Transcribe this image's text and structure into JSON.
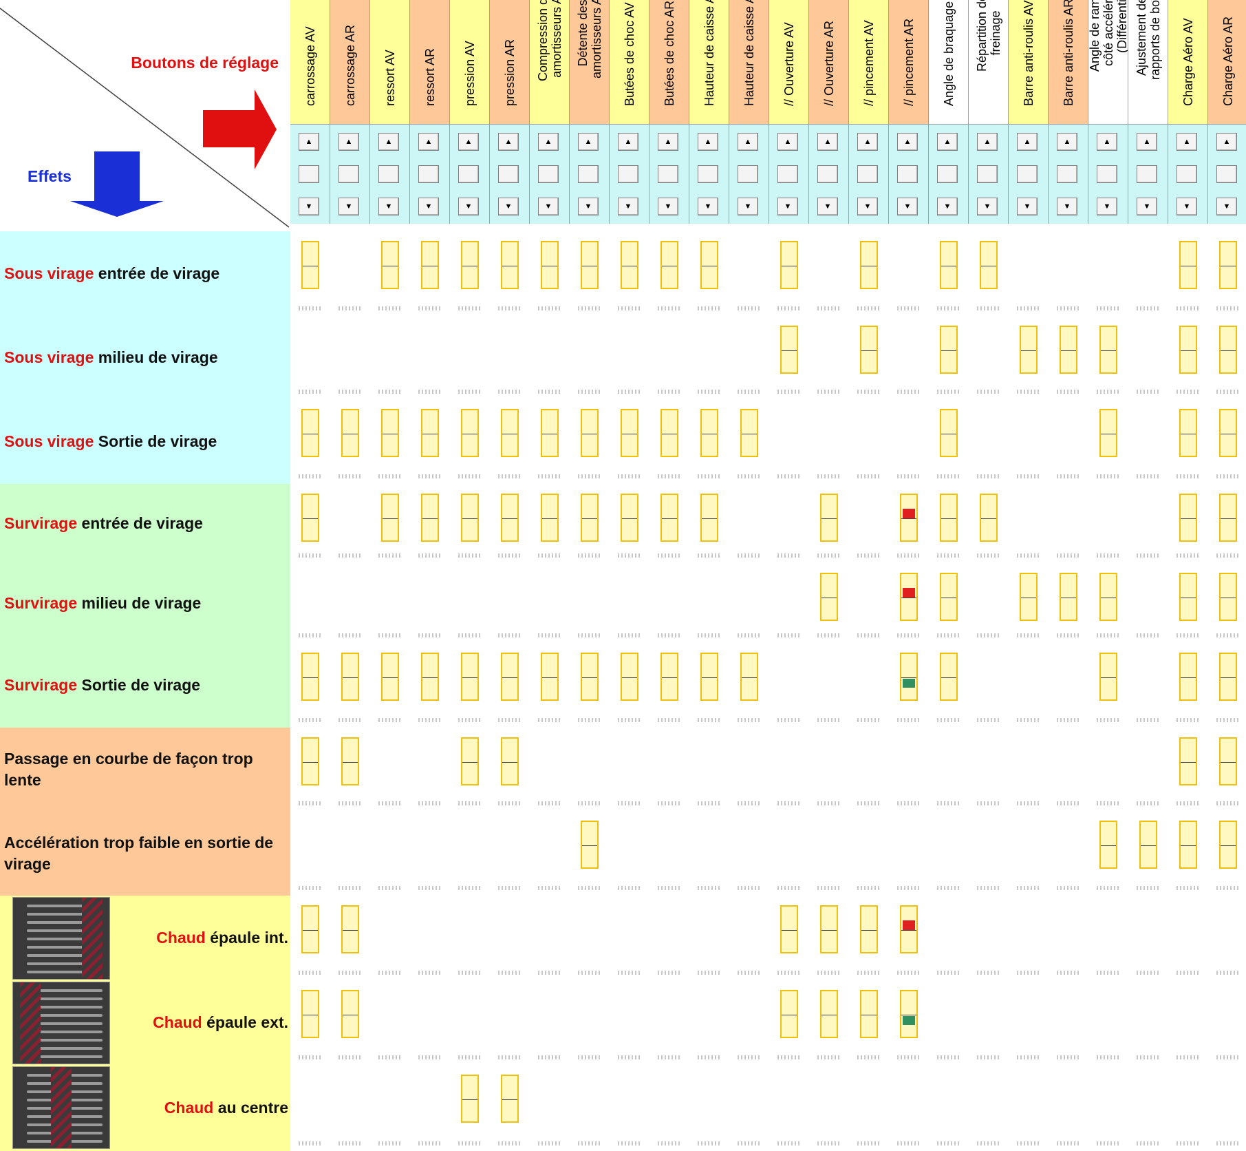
{
  "corner": {
    "buttons_label": "Boutons de réglage",
    "effects_label": "Effets",
    "buttons_arrow_color": "#e01010",
    "effects_arrow_color": "#1a2fd6"
  },
  "columns": [
    {
      "label": "carrossage AV",
      "color": "#ffff99"
    },
    {
      "label": "carrossage AR",
      "color": "#ffc898"
    },
    {
      "label": "ressort AV",
      "color": "#ffff99"
    },
    {
      "label": "ressort AR",
      "color": "#ffc898"
    },
    {
      "label": "pression AV",
      "color": "#ffff99"
    },
    {
      "label": "pression AR",
      "color": "#ffc898"
    },
    {
      "label": "Compression des amortisseurs AV",
      "color": "#ffff99"
    },
    {
      "label": "Détente des amortisseurs AR",
      "color": "#ffc898"
    },
    {
      "label": "Butées de choc AV",
      "color": "#ffff99"
    },
    {
      "label": "Butées de choc AR",
      "color": "#ffc898"
    },
    {
      "label": "Hauteur de caisse AV",
      "color": "#ffff99"
    },
    {
      "label": "Hauteur de caisse AR",
      "color": "#ffc898"
    },
    {
      "label": "// Ouverture AV",
      "color": "#ffff99"
    },
    {
      "label": "// Ouverture AR",
      "color": "#ffc898"
    },
    {
      "label": "// pincement AV",
      "color": "#ffff99"
    },
    {
      "label": "// pincement AR",
      "color": "#ffc898"
    },
    {
      "label": "Angle de braquage",
      "color": "#ffffff"
    },
    {
      "label": "Répartition de freinage",
      "color": "#ffffff"
    },
    {
      "label": "Barre anti-roulis AV",
      "color": "#ffff99"
    },
    {
      "label": "Barre anti-roulis AR",
      "color": "#ffc898"
    },
    {
      "label": "Angle de rampe du côté accélération (Différentiel)",
      "color": "#ffffff"
    },
    {
      "label": "Ajustement des rapports de boîte",
      "color": "#ffffff"
    },
    {
      "label": "Charge Aéro AV",
      "color": "#ffff99"
    },
    {
      "label": "Charge Aéro AR",
      "color": "#ffc898"
    }
  ],
  "spinner": {
    "up": "▲",
    "down": "▼"
  },
  "rows": [
    {
      "kw": "Sous virage",
      "rest": " entrée de virage",
      "bg": "#ccffff",
      "cells": [
        0,
        2,
        3,
        4,
        5,
        6,
        7,
        8,
        9,
        10,
        12,
        14,
        16,
        17,
        22,
        23
      ],
      "marks": {}
    },
    {
      "kw": "Sous virage",
      "rest": " milieu de virage",
      "bg": "#ccffff",
      "cells": [
        12,
        14,
        16,
        18,
        19,
        20,
        22,
        23
      ],
      "marks": {}
    },
    {
      "kw": "Sous virage",
      "rest": " Sortie de virage",
      "bg": "#ccffff",
      "cells": [
        0,
        1,
        2,
        3,
        4,
        5,
        6,
        7,
        8,
        9,
        10,
        11,
        16,
        20,
        22,
        23
      ],
      "marks": {}
    },
    {
      "kw": "Survirage",
      "rest": " entrée de virage",
      "bg": "#ccffcc",
      "cells": [
        0,
        2,
        3,
        4,
        5,
        6,
        7,
        8,
        9,
        10,
        13,
        15,
        16,
        17,
        22,
        23
      ],
      "marks": {
        "15": "red"
      }
    },
    {
      "kw": "Survirage",
      "rest": " milieu de virage",
      "bg": "#ccffcc",
      "cells": [
        13,
        15,
        16,
        18,
        19,
        20,
        22,
        23
      ],
      "marks": {
        "15": "red"
      }
    },
    {
      "kw": "Survirage",
      "rest": " Sortie de virage",
      "bg": "#ccffcc",
      "cells": [
        0,
        1,
        2,
        3,
        4,
        5,
        6,
        7,
        8,
        9,
        10,
        11,
        15,
        16,
        20,
        22,
        23
      ],
      "marks": {
        "15": "green"
      }
    },
    {
      "kw": "",
      "rest": "Passage en courbe de façon trop lente",
      "bg": "#ffc898",
      "cells": [
        0,
        1,
        4,
        5,
        22,
        23
      ],
      "marks": {}
    },
    {
      "kw": "",
      "rest": "Accélération trop faible en sortie de virage",
      "bg": "#ffc898",
      "cells": [
        7,
        20,
        21,
        22,
        23
      ],
      "marks": {}
    },
    {
      "kw": "Chaud",
      "rest": " épaule int.",
      "bg": "#ffff99",
      "tyre": true,
      "cells": [
        0,
        1,
        12,
        13,
        14,
        15
      ],
      "marks": {
        "15": "red"
      }
    },
    {
      "kw": "Chaud",
      "rest": " épaule ext.",
      "bg": "#ffff99",
      "tyre": true,
      "cells": [
        0,
        1,
        12,
        13,
        14,
        15
      ],
      "marks": {
        "15": "green"
      }
    },
    {
      "kw": "Chaud",
      "rest": " au centre",
      "bg": "#ffff99",
      "tyre": true,
      "cells": [
        4,
        5
      ],
      "marks": {}
    }
  ]
}
